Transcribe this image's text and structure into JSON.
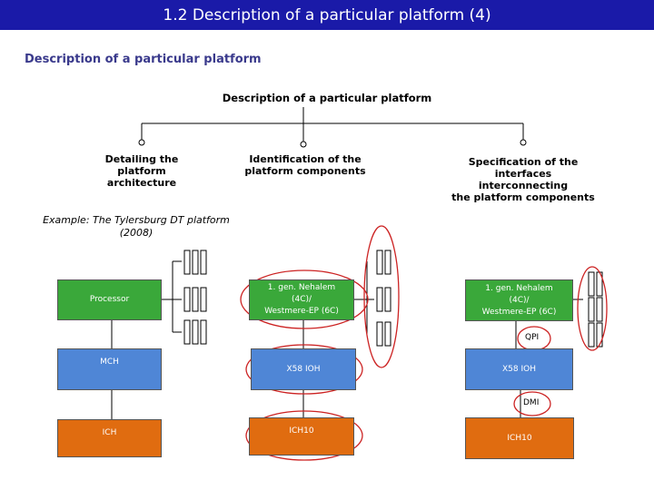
{
  "header": {
    "title": "1.2 Description of a particular platform (4)"
  },
  "subtitle": "Description of a particular platform",
  "tree": {
    "root": "Description of a particular platform",
    "branches": [
      {
        "lines": [
          "Detailing the",
          "platform",
          "architecture"
        ]
      },
      {
        "lines": [
          "Identification of the",
          "platform components"
        ]
      },
      {
        "lines": [
          "Specification of the",
          "interfaces",
          "interconnecting",
          "the platform components"
        ]
      }
    ]
  },
  "example": {
    "lines": [
      "Example: The Tylersburg DT platform",
      "(2008)"
    ]
  },
  "columns": {
    "left": {
      "processor": "Processor",
      "mch": "MCH",
      "ich": "ICH"
    },
    "middle": {
      "processor": [
        "1. gen. Nehalem",
        "(4C)/",
        "Westmere-EP (6C)"
      ],
      "mch": "X58 IOH",
      "ich": "ICH10"
    },
    "right": {
      "processor": [
        "1. gen. Nehalem",
        "(4C)/",
        "Westmere-EP (6C)"
      ],
      "mch": "X58 IOH",
      "ich": "ICH10",
      "qpi": "QPI",
      "dmi": "DMI"
    }
  },
  "colors": {
    "title_bar": "#1a1aa8",
    "processor": "#3aa83a",
    "hub": "#4f86d6",
    "ich": "#e06c10",
    "highlight": "#cc2222"
  }
}
